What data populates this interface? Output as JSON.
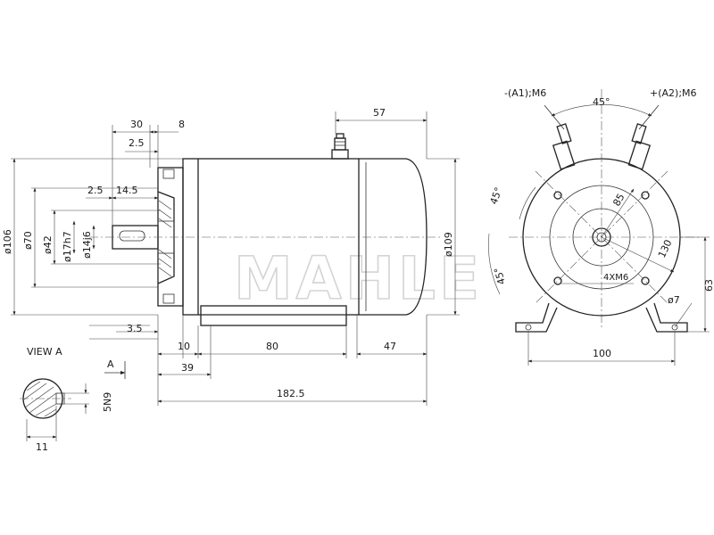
{
  "watermark": "MAHLE",
  "side_view": {
    "dims": {
      "d30": "30",
      "d8": "8",
      "d2_5_top": "2.5",
      "d57": "57",
      "d2_5_mid": "2.5",
      "d14_5": "14.5",
      "dia106": "ø106",
      "dia70": "ø70",
      "dia42": "ø42",
      "dia17h7": "ø17h7",
      "dia14j6": "ø14j6",
      "dia109": "ø109",
      "d3_5": "3.5",
      "d10": "10",
      "d80": "80",
      "d47": "47",
      "d39": "39",
      "d182_5": "182.5"
    }
  },
  "view_a": {
    "title": "VIEW  A",
    "marker": "A",
    "dim_5n9": "5N9",
    "dim_11": "11"
  },
  "end_view": {
    "terminal_neg": "-(A1);M6",
    "terminal_pos": "+(A2);M6",
    "angle_top": "45°",
    "angle_left_upper": "45°",
    "angle_left_lower": "45°",
    "dim_85": "85",
    "dim_130": "130",
    "holes": "4XM6",
    "dim_63": "63",
    "dia7": "ø7",
    "dim_100": "100"
  }
}
